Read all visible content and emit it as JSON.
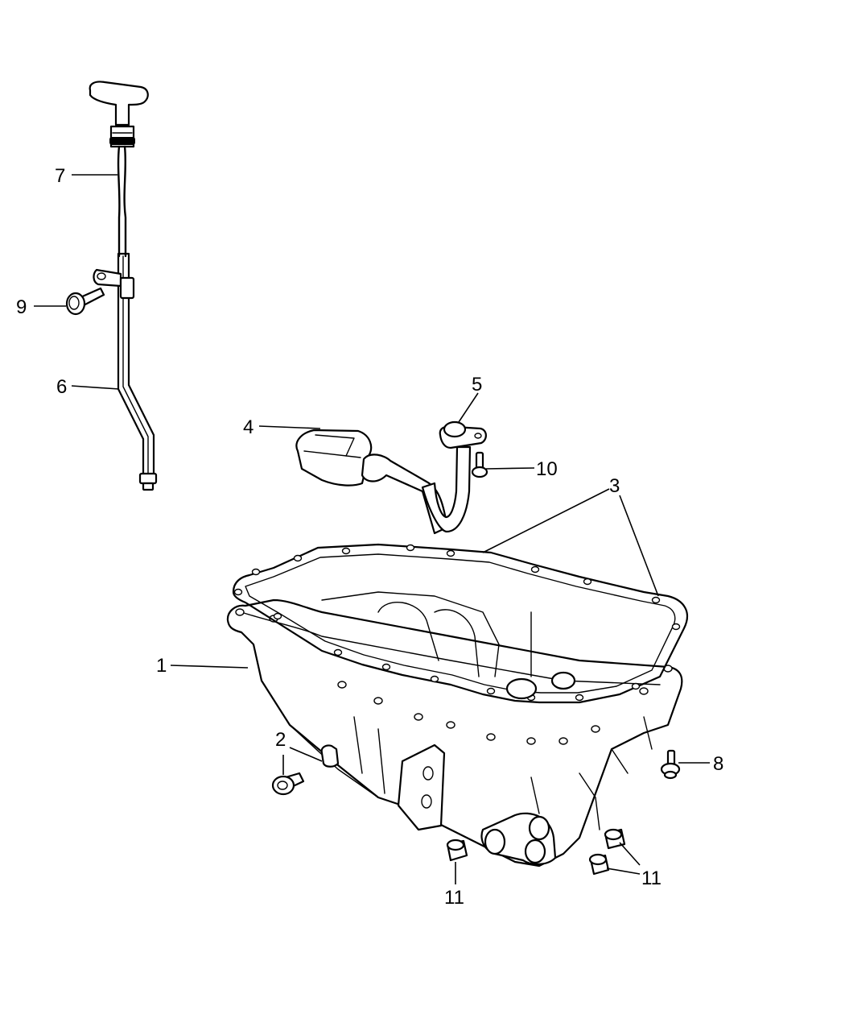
{
  "diagram": {
    "callouts": [
      {
        "id": "c1",
        "label": "1"
      },
      {
        "id": "c2",
        "label": "2"
      },
      {
        "id": "c3",
        "label": "3"
      },
      {
        "id": "c4",
        "label": "4"
      },
      {
        "id": "c5",
        "label": "5"
      },
      {
        "id": "c6",
        "label": "6"
      },
      {
        "id": "c7",
        "label": "7"
      },
      {
        "id": "c8",
        "label": "8"
      },
      {
        "id": "c9",
        "label": "9"
      },
      {
        "id": "c10",
        "label": "10"
      },
      {
        "id": "c11a",
        "label": "11"
      },
      {
        "id": "c11b",
        "label": "11"
      }
    ]
  }
}
